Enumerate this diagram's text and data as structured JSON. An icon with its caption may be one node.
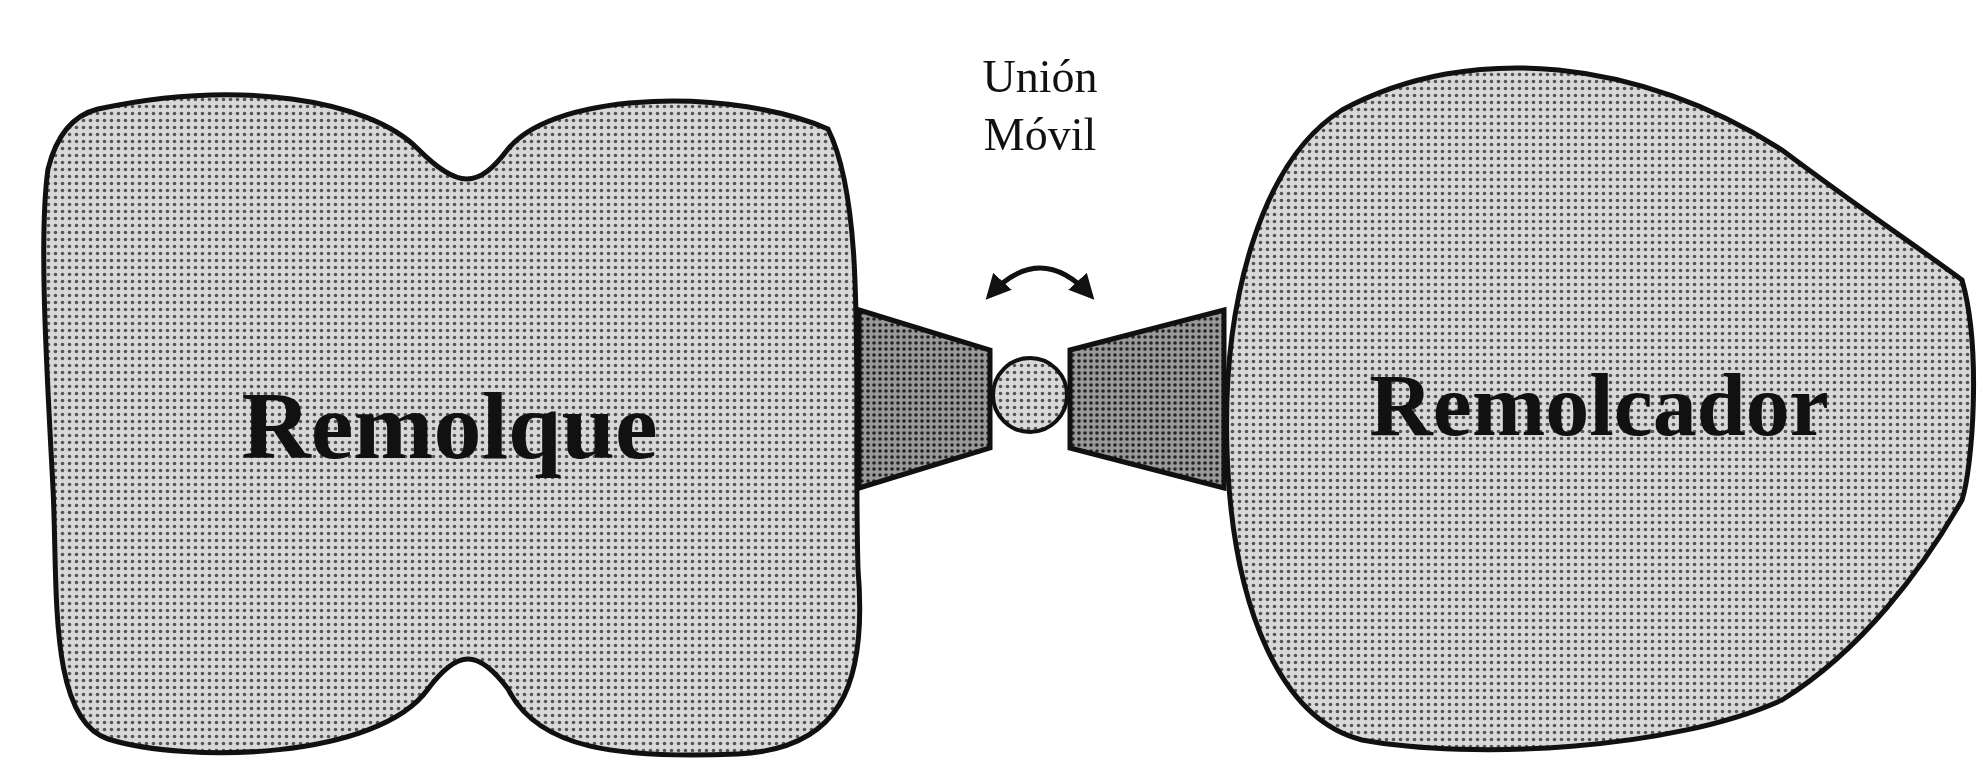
{
  "diagram": {
    "nodes": [
      {
        "text": [
          "Remolque"
        ]
      },
      {
        "text": [],
        "shape": "trapezoid"
      },
      {
        "text": [],
        "shape": "circle"
      },
      {
        "text": [],
        "shape": "trapezoid"
      },
      {
        "text": [
          "Remolcador"
        ]
      }
    ],
    "labels": [
      "Unión Móvil"
    ]
  }
}
